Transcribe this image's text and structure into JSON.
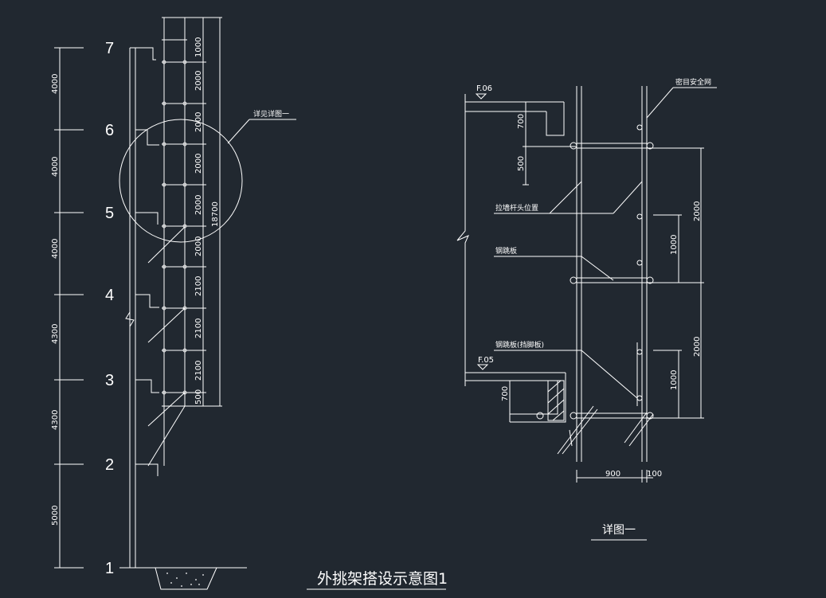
{
  "left_figure": {
    "title": "外挑架搭设示意图1",
    "floors": [
      "1",
      "2",
      "3",
      "4",
      "5",
      "6",
      "7"
    ],
    "storey_dims": [
      "5000",
      "4300",
      "4300",
      "4000",
      "4000",
      "4000"
    ],
    "scaffold_dims": [
      "500",
      "2100",
      "2100",
      "2100",
      "2000",
      "2000",
      "2000",
      "2000",
      "2000",
      "1000"
    ],
    "total_height": "18700",
    "callout": "详见详图一"
  },
  "right_figure": {
    "title": "详图一",
    "level_top": "F.06",
    "level_bottom": "F.05",
    "labels": {
      "safety_net": "密目安全网",
      "wall_tie": "拉墙杆头位置",
      "steel_plank": "钢跳板",
      "steel_plank_guard": "钢跳板(挡脚板)"
    },
    "dims": {
      "upper_700": "700",
      "upper_500": "500",
      "lower_700": "700",
      "left_2000_top": "2000",
      "left_1000_top": "1000",
      "left_2000_bot": "2000",
      "left_1000_bot": "1000",
      "w_900": "900",
      "w_100": "100"
    }
  }
}
